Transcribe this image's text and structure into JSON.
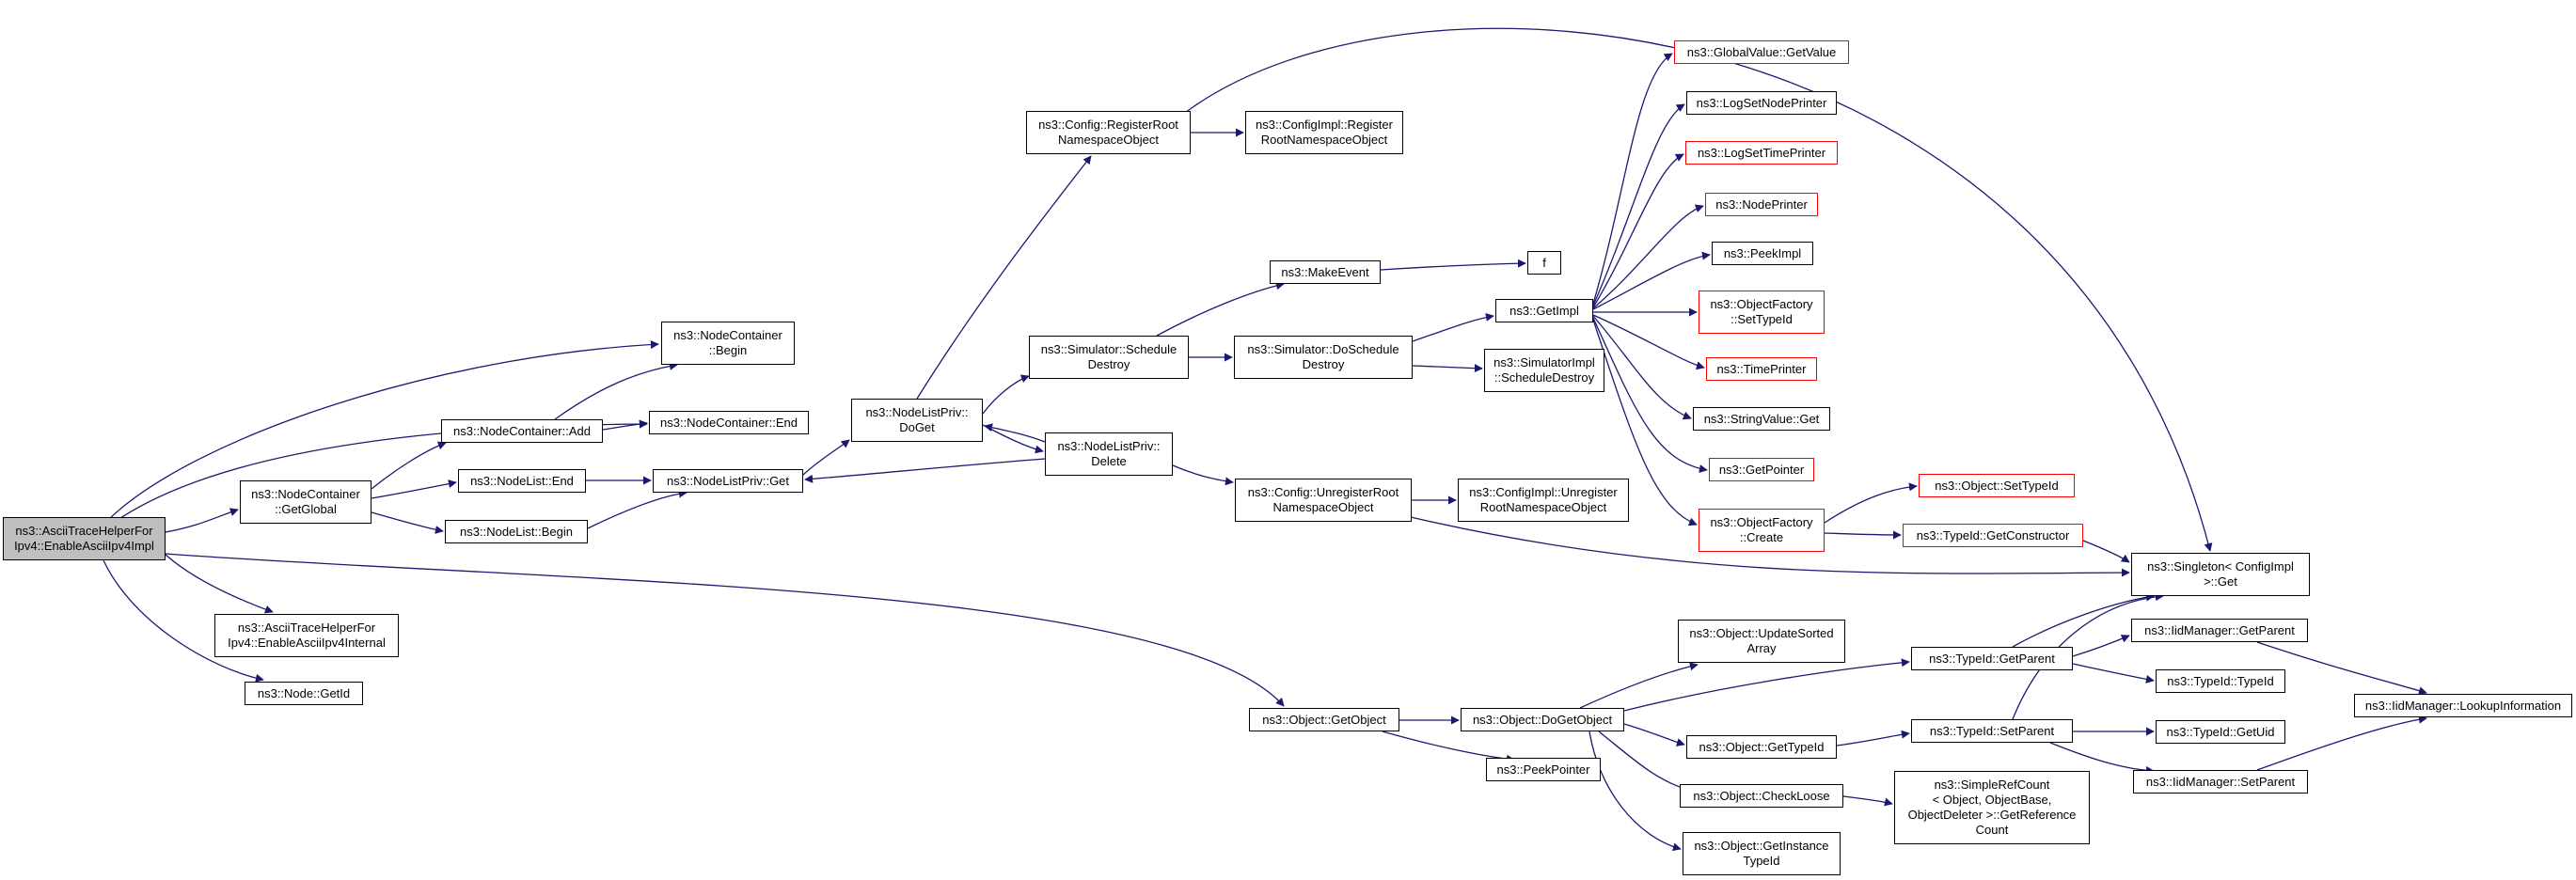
{
  "colors": {
    "edge": "#191970",
    "node_border": "#000000",
    "node_border_incomplete": "#ff0000",
    "root_fill": "#bfbfbf"
  },
  "graph": {
    "root": "ns3::AsciiTraceHelperFor\nIpv4::EnableAsciiIpv4Impl",
    "nodes": {
      "nc_begin": "ns3::NodeContainer\n::Begin",
      "nc_end": "ns3::NodeContainer::End",
      "nc_add": "ns3::NodeContainer::Add",
      "nc_getglobal": "ns3::NodeContainer\n::GetGlobal",
      "nl_end": "ns3::NodeList::End",
      "nl_begin": "ns3::NodeList::Begin",
      "nlp_get": "ns3::NodeListPriv::Get",
      "nlp_doget": "ns3::NodeListPriv::\nDoGet",
      "nlp_delete": "ns3::NodeListPriv::\nDelete",
      "cfg_register": "ns3::Config::RegisterRoot\nNamespaceObject",
      "cfgimpl_register": "ns3::ConfigImpl::Register\nRootNamespaceObject",
      "sim_schedule_destroy": "ns3::Simulator::Schedule\nDestroy",
      "sim_doschedule_destroy": "ns3::Simulator::DoSchedule\nDestroy",
      "make_event": "ns3::MakeEvent",
      "f": "f",
      "get_impl": "ns3::GetImpl",
      "simimpl_schedule_destroy": "ns3::SimulatorImpl\n::ScheduleDestroy",
      "cfg_unregister": "ns3::Config::UnregisterRoot\nNamespaceObject",
      "cfgimpl_unregister": "ns3::ConfigImpl::Unregister\nRootNamespaceObject",
      "globalvalue_getvalue": "ns3::GlobalValue::GetValue",
      "log_set_node_printer": "ns3::LogSetNodePrinter",
      "log_set_time_printer": "ns3::LogSetTimePrinter",
      "node_printer": "ns3::NodePrinter",
      "peek_impl": "ns3::PeekImpl",
      "objfactory_settypeid": "ns3::ObjectFactory\n::SetTypeId",
      "time_printer": "ns3::TimePrinter",
      "stringvalue_get": "ns3::StringValue::Get",
      "get_pointer": "ns3::GetPointer",
      "objfactory_create": "ns3::ObjectFactory\n::Create",
      "object_settypeid": "ns3::Object::SetTypeId",
      "typeid_getconstructor": "ns3::TypeId::GetConstructor",
      "singleton_get": "ns3::Singleton< ConfigImpl\n>::Get",
      "enable_internal": "ns3::AsciiTraceHelperFor\nIpv4::EnableAsciiIpv4Internal",
      "node_getid": "ns3::Node::GetId",
      "object_getobject": "ns3::Object::GetObject",
      "object_dogetobject": "ns3::Object::DoGetObject",
      "object_update_sorted": "ns3::Object::UpdateSorted\nArray",
      "peek_pointer": "ns3::PeekPointer",
      "object_gettypeid": "ns3::Object::GetTypeId",
      "object_checkloose": "ns3::Object::CheckLoose",
      "object_getinstancetypeid": "ns3::Object::GetInstance\nTypeId",
      "typeid_getparent": "ns3::TypeId::GetParent",
      "typeid_setparent": "ns3::TypeId::SetParent",
      "simplerefcount": "ns3::SimpleRefCount\n< Object, ObjectBase,\n ObjectDeleter >::GetReference\nCount",
      "iidmanager_getparent": "ns3::IidManager::GetParent",
      "typeid_typeid": "ns3::TypeId::TypeId",
      "typeid_getuid": "ns3::TypeId::GetUid",
      "iidmanager_setparent": "ns3::IidManager::SetParent",
      "iidmanager_lookup": "ns3::IidManager::LookupInformation"
    }
  }
}
